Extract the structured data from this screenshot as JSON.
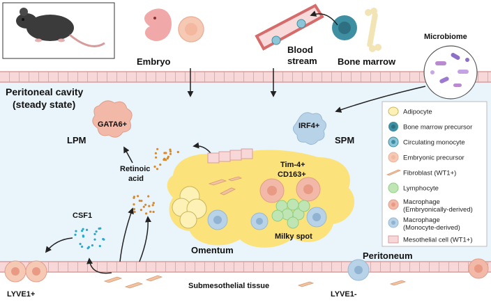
{
  "labels": {
    "embryo": "Embryo",
    "blood_stream_1": "Blood",
    "blood_stream_2": "stream",
    "bone_marrow": "Bone marrow",
    "microbiome": "Microbiome",
    "peritoneal_cavity_1": "Peritoneal cavity",
    "peritoneal_cavity_2": "(steady state)",
    "gata6": "GATA6+",
    "lpm": "LPM",
    "irf4": "IRF4+",
    "spm": "SPM",
    "retinoic_1": "Retinoic",
    "retinoic_2": "acid",
    "tim4_1": "Tim-4+",
    "tim4_2": "CD163+",
    "milky_spot": "Milky spot",
    "omentum": "Omentum",
    "csf1": "CSF1",
    "peritoneum": "Peritoneum",
    "lyve1_pos": "LYVE1+",
    "submesothelial": "Submesothelial tissue",
    "lyve1_neg": "LYVE1-"
  },
  "legend": [
    {
      "label": "Adipocyte",
      "icon": "adipocyte-icon"
    },
    {
      "label": "Bone marrow precursor",
      "icon": "bone-marrow-precursor-icon"
    },
    {
      "label": "Circulating monocyte",
      "icon": "circulating-monocyte-icon"
    },
    {
      "label": "Embryonic precursor",
      "icon": "embryonic-precursor-icon"
    },
    {
      "label": "Fibroblast (WT1+)",
      "icon": "fibroblast-icon"
    },
    {
      "label": "Lymphocyte",
      "icon": "lymphocyte-icon"
    },
    {
      "label": "Macrophage",
      "label2": "(Embryonically-derived)",
      "icon": "embryonic-macrophage-icon"
    },
    {
      "label": "Macrophage",
      "label2": "(Monocyte-derived)",
      "icon": "monocyte-macrophage-icon"
    },
    {
      "label": "Mesothelial cell (WT1+)",
      "icon": "mesothelial-cell-icon"
    }
  ],
  "colors": {
    "cavity": "#e9f4fb",
    "membrane": "#f4d3d3",
    "omentum": "#fbe27a",
    "adipocyte": "#fdf1b6",
    "bone_marrow_precursor": "#3f8fa3",
    "monocyte": "#8cc6d8",
    "embryonic": "#f6c9b4",
    "lymphocyte": "#bfe5b5",
    "mac_embryonic": "#f2b8a8",
    "mac_monocyte": "#b8d3e8",
    "csf1_dots": "#2aa9c9",
    "retinoic_dots": "#d9892a"
  }
}
